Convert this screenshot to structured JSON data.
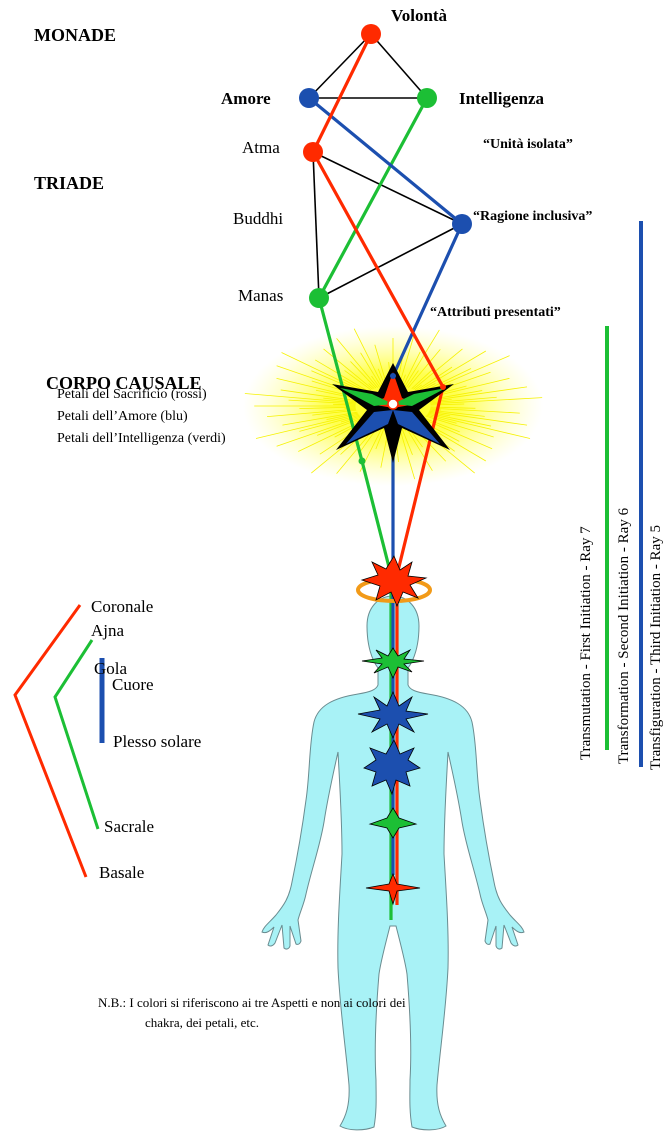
{
  "levels": {
    "monade": "MONADE",
    "triade": "TRIADE",
    "corpo_causale": "CORPO CAUSALE"
  },
  "monad_nodes": {
    "volonta": "Volontà",
    "amore": "Amore",
    "intelligenza": "Intelligenza"
  },
  "triad_nodes": {
    "atma": "Atma",
    "buddhi": "Buddhi",
    "manas": "Manas"
  },
  "quotes": {
    "unita_isolata": "“Unità isolata”",
    "ragione_inclusiva": "“Ragione inclusiva”",
    "attributi_presentati": "“Attributi presentati”"
  },
  "petals": {
    "sacrificio": "Petali del Sacrificio (rossi)",
    "amore": "Petali dell’Amore (blu)",
    "intelligenza": "Petali dell’Intelligenza (verdi)"
  },
  "chakras": {
    "coronale": "Coronale",
    "ajna": "Ajna",
    "gola": "Gola",
    "cuore": "Cuore",
    "plesso_solare": "Plesso solare",
    "sacrale": "Sacrale",
    "basale": "Basale"
  },
  "initiations": {
    "first": "Transmutation - First Initiation - Ray 7",
    "second": "Transformation - Second Initiation - Ray 6",
    "third": "Transfiguration - Third Initiation - Ray 5"
  },
  "note": {
    "line1": "N.B.: I colori si riferiscono ai tre Aspetti e non ai colori dei",
    "line2": "chakra, dei petali, etc."
  },
  "colors": {
    "red": "#ff2a00",
    "blue": "#1c4faf",
    "green": "#1cbf35",
    "black": "#000000",
    "body": "#a8f2f6",
    "halo": "#f29a18",
    "glow": "#ffff22"
  }
}
